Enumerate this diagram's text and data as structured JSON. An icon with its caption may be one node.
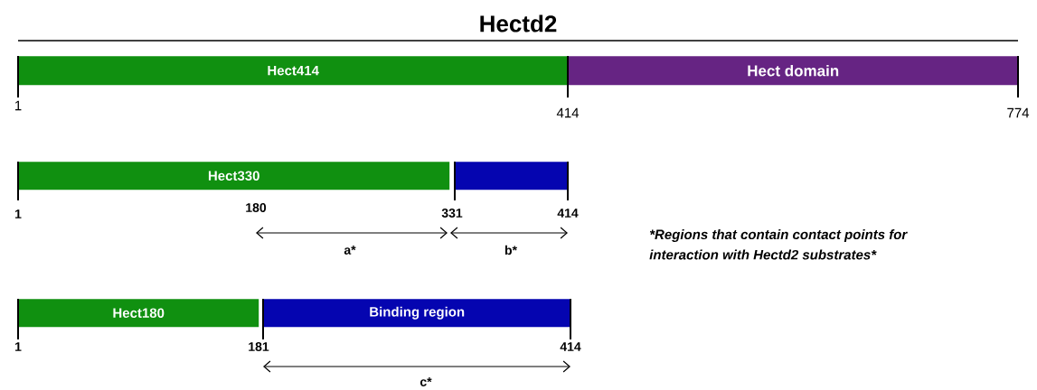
{
  "diagram": {
    "title": "Hectd2",
    "nodes": [
      {
        "text": [
          "Hect414"
        ],
        "beside": [
          "1"
        ]
      },
      {
        "text": [
          "Hect domain"
        ],
        "beside": [
          "414",
          "774"
        ]
      },
      {
        "text": [
          "Hect330"
        ],
        "beside": [
          "1"
        ]
      },
      {
        "text": [],
        "shape": "bar",
        "beside": [
          "331",
          "414"
        ]
      },
      {
        "text": [
          "Hect180"
        ],
        "beside": [
          "1"
        ]
      },
      {
        "text": [
          "Binding region"
        ],
        "beside": [
          "181",
          "414"
        ]
      }
    ],
    "labels": [
      "180",
      "a*",
      "b*",
      "*Regions that contain contact points for",
      "interaction with Hectd2 substrates*",
      "c*"
    ]
  }
}
